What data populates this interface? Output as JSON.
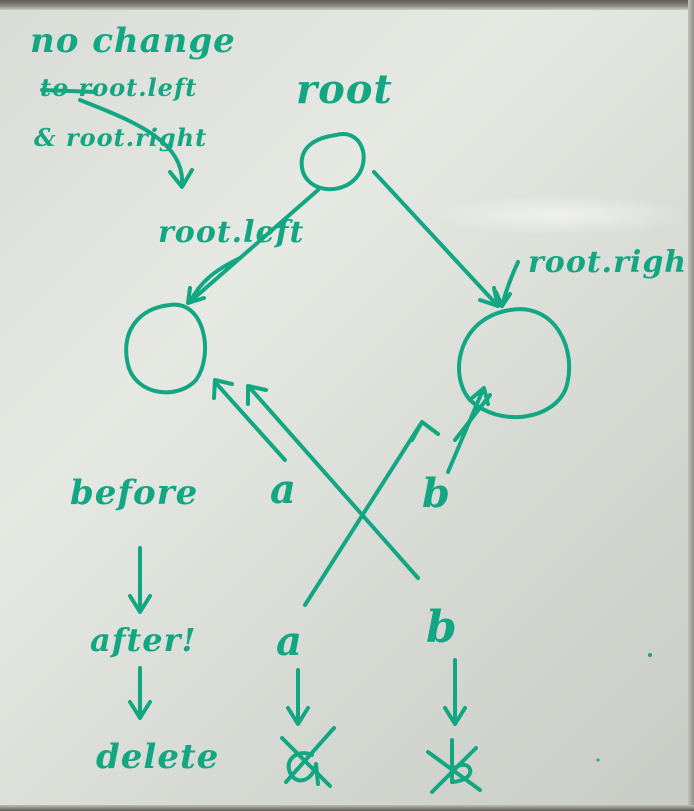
{
  "whiteboard": {
    "ink_color": "#12a682",
    "notes": {
      "line1": "no change",
      "line2": "to root.left",
      "line3": "& root.right"
    },
    "labels": {
      "root": "root",
      "root_left": "root.left",
      "root_right": "root.righ",
      "before": "before",
      "after": "after!",
      "delete": "delete",
      "a_before": "a",
      "b_before": "b",
      "a_after": "a",
      "b_after": "b"
    }
  }
}
